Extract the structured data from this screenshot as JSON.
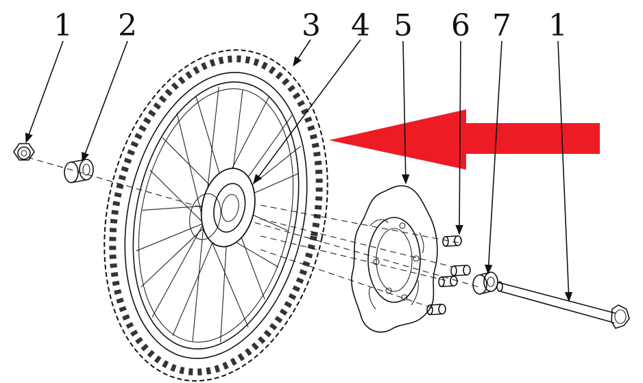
{
  "callouts": [
    {
      "id": "nut-left",
      "label": "1"
    },
    {
      "id": "spacer",
      "label": "2"
    },
    {
      "id": "tire",
      "label": "3"
    },
    {
      "id": "hub",
      "label": "4"
    },
    {
      "id": "brake-disc",
      "label": "5"
    },
    {
      "id": "disc-bolt",
      "label": "6"
    },
    {
      "id": "bushing",
      "label": "7"
    },
    {
      "id": "axle",
      "label": "1"
    }
  ],
  "colors": {
    "arrow": "#ed1c24",
    "ink": "#111111",
    "background": "#ffffff"
  },
  "icons": {
    "arrow": "arrow-left-icon"
  }
}
